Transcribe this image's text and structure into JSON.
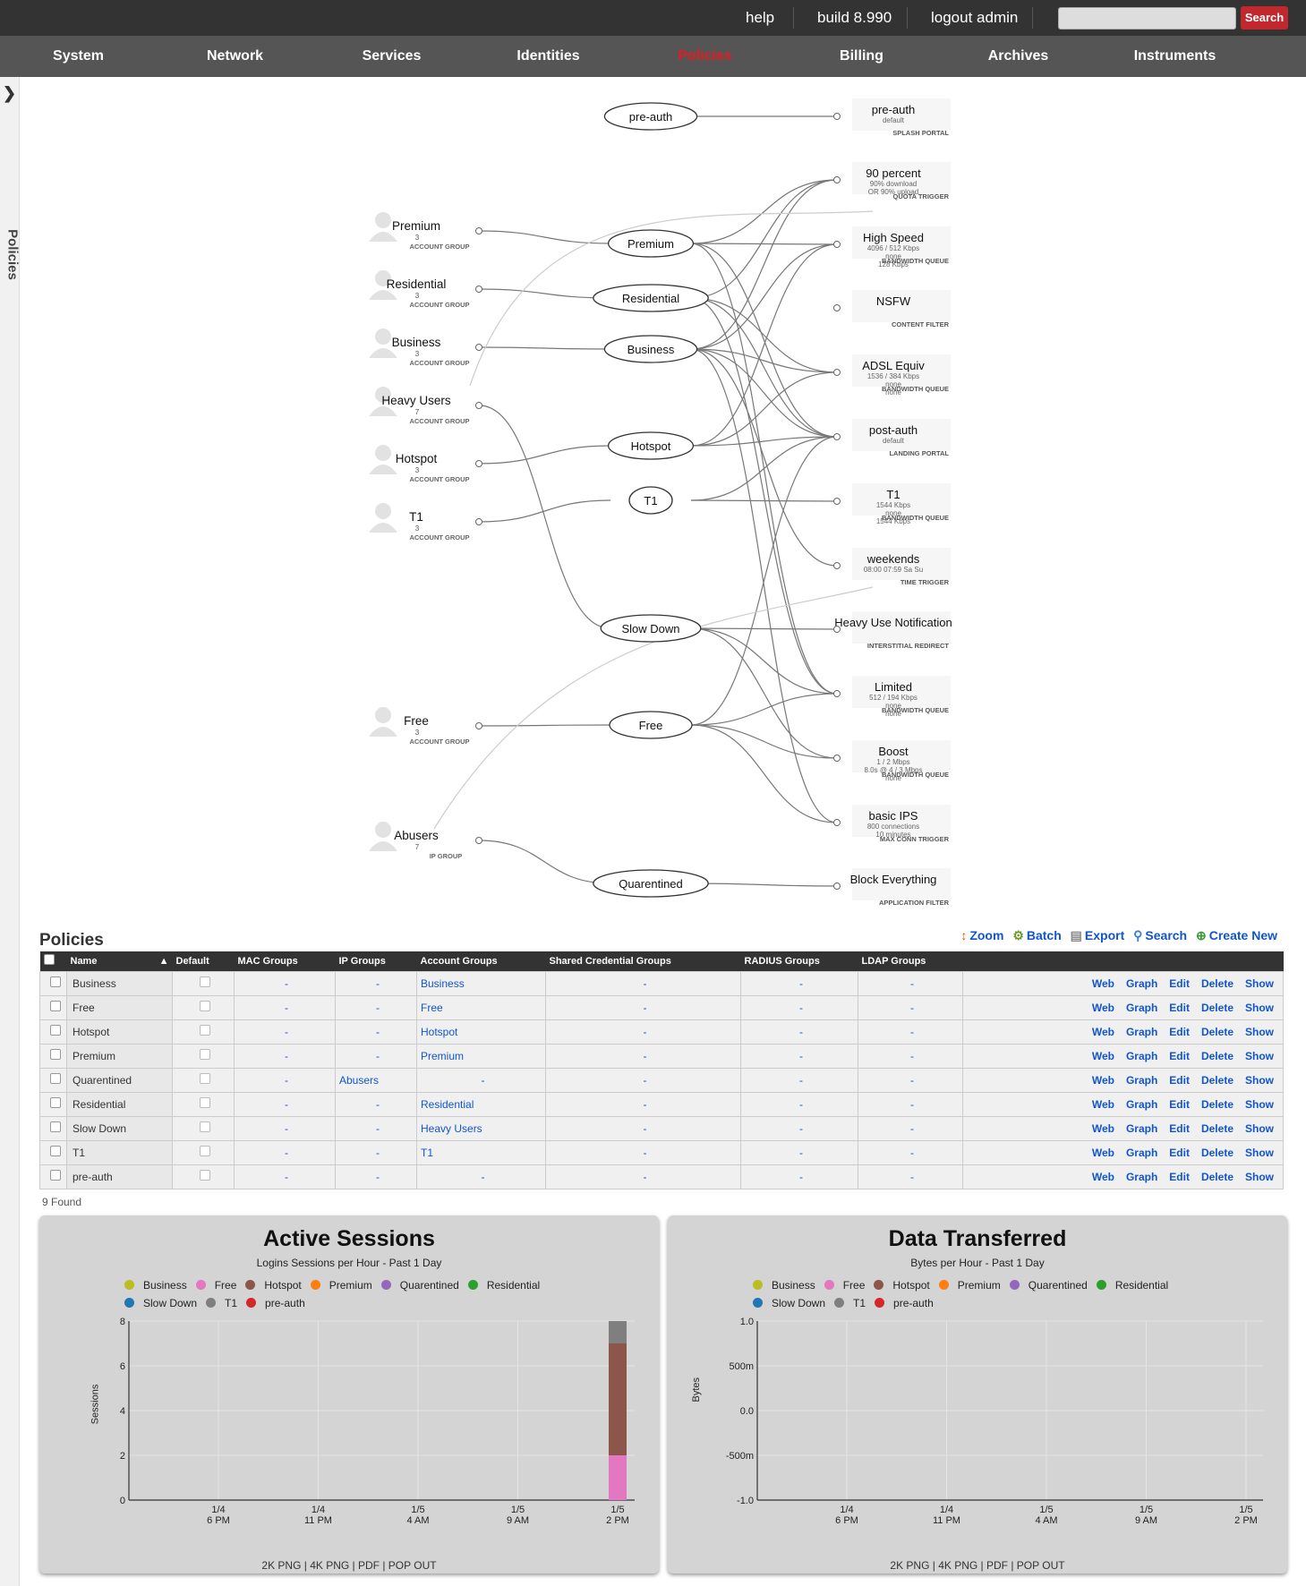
{
  "topbar": {
    "help": "help",
    "build": "build 8.990",
    "logout": "logout admin",
    "search_btn": "Search"
  },
  "nav": [
    "System",
    "Network",
    "Services",
    "Identities",
    "Policies",
    "Billing",
    "Archives",
    "Instruments"
  ],
  "nav_active": "Policies",
  "side_label": "Policies",
  "graph": {
    "left_nodes": [
      {
        "label": "Premium",
        "count": "3",
        "kind": "ACCOUNT GROUP"
      },
      {
        "label": "Residential",
        "count": "3",
        "kind": "ACCOUNT GROUP"
      },
      {
        "label": "Business",
        "count": "3",
        "kind": "ACCOUNT GROUP"
      },
      {
        "label": "Heavy Users",
        "count": "7",
        "kind": "ACCOUNT GROUP"
      },
      {
        "label": "Hotspot",
        "count": "3",
        "kind": "ACCOUNT GROUP"
      },
      {
        "label": "T1",
        "count": "3",
        "kind": "ACCOUNT GROUP"
      },
      {
        "label": "Free",
        "count": "3",
        "kind": "ACCOUNT GROUP"
      },
      {
        "label": "Abusers",
        "count": "7",
        "kind": "IP GROUP"
      }
    ],
    "policies": [
      "pre-auth",
      "Premium",
      "Residential",
      "Business",
      "Hotspot",
      "T1",
      "Slow Down",
      "Free",
      "Quarentined"
    ],
    "right_nodes": [
      {
        "label": "pre-auth",
        "lines": [
          "default"
        ],
        "kind": "SPLASH PORTAL"
      },
      {
        "label": "90 percent",
        "lines": [
          "90% download",
          "OR 90% upload"
        ],
        "kind": "QUOTA TRIGGER"
      },
      {
        "label": "High Speed",
        "lines": [
          "4096 / 512 Kbps",
          "none",
          "128 Kbps"
        ],
        "kind": "BANDWIDTH QUEUE"
      },
      {
        "label": "NSFW",
        "lines": [],
        "kind": "CONTENT FILTER"
      },
      {
        "label": "ADSL Equiv",
        "lines": [
          "1536 / 384 Kbps",
          "none",
          "none"
        ],
        "kind": "BANDWIDTH QUEUE"
      },
      {
        "label": "post-auth",
        "lines": [
          "default"
        ],
        "kind": "LANDING PORTAL"
      },
      {
        "label": "T1",
        "lines": [
          "1544 Kbps",
          "none",
          "1544 Kbps"
        ],
        "kind": "BANDWIDTH QUEUE"
      },
      {
        "label": "weekends",
        "lines": [
          "08:00 07:59 Sa Su"
        ],
        "kind": "TIME TRIGGER"
      },
      {
        "label": "Heavy Use Notification",
        "lines": [],
        "kind": "INTERSTITIAL REDIRECT"
      },
      {
        "label": "Limited",
        "lines": [
          "512 / 194 Kbps",
          "none",
          "none"
        ],
        "kind": "BANDWIDTH QUEUE"
      },
      {
        "label": "Boost",
        "lines": [
          "1 / 2 Mbps",
          "8.0s @ 4 / 3 Mbps",
          "none"
        ],
        "kind": "BANDWIDTH QUEUE"
      },
      {
        "label": "basic IPS",
        "lines": [
          "800 connections",
          "10 minutes"
        ],
        "kind": "MAX CONN TRIGGER"
      },
      {
        "label": "Block Everything",
        "lines": [],
        "kind": "APPLICATION FILTER"
      }
    ]
  },
  "policies_section": {
    "title": "Policies",
    "toolbar": [
      "Zoom",
      "Batch",
      "Export",
      "Search",
      "Create New"
    ],
    "columns": [
      "Name",
      "Default",
      "MAC Groups",
      "IP Groups",
      "Account Groups",
      "Shared Credential Groups",
      "RADIUS Groups",
      "LDAP Groups"
    ],
    "rows": [
      {
        "name": "Business",
        "mac": "-",
        "ip": "-",
        "acct": "Business",
        "shared": "-",
        "radius": "-",
        "ldap": "-"
      },
      {
        "name": "Free",
        "mac": "-",
        "ip": "-",
        "acct": "Free",
        "shared": "-",
        "radius": "-",
        "ldap": "-"
      },
      {
        "name": "Hotspot",
        "mac": "-",
        "ip": "-",
        "acct": "Hotspot",
        "shared": "-",
        "radius": "-",
        "ldap": "-"
      },
      {
        "name": "Premium",
        "mac": "-",
        "ip": "-",
        "acct": "Premium",
        "shared": "-",
        "radius": "-",
        "ldap": "-"
      },
      {
        "name": "Quarentined",
        "mac": "-",
        "ip": "Abusers",
        "acct": "-",
        "shared": "-",
        "radius": "-",
        "ldap": "-"
      },
      {
        "name": "Residential",
        "mac": "-",
        "ip": "-",
        "acct": "Residential",
        "shared": "-",
        "radius": "-",
        "ldap": "-"
      },
      {
        "name": "Slow Down",
        "mac": "-",
        "ip": "-",
        "acct": "Heavy Users",
        "shared": "-",
        "radius": "-",
        "ldap": "-"
      },
      {
        "name": "T1",
        "mac": "-",
        "ip": "-",
        "acct": "T1",
        "shared": "-",
        "radius": "-",
        "ldap": "-"
      },
      {
        "name": "pre-auth",
        "mac": "-",
        "ip": "-",
        "acct": "-",
        "shared": "-",
        "radius": "-",
        "ldap": "-"
      }
    ],
    "actions": [
      "Web",
      "Graph",
      "Edit",
      "Delete",
      "Show"
    ],
    "found": "9 Found"
  },
  "legend_items": [
    {
      "name": "Business",
      "color": "#bcbd22"
    },
    {
      "name": "Free",
      "color": "#e377c2"
    },
    {
      "name": "Hotspot",
      "color": "#8c564b"
    },
    {
      "name": "Premium",
      "color": "#ff7f0e"
    },
    {
      "name": "Quarentined",
      "color": "#9467bd"
    },
    {
      "name": "Residential",
      "color": "#2ca02c"
    },
    {
      "name": "Slow Down",
      "color": "#1f77b4"
    },
    {
      "name": "T1",
      "color": "#7f7f7f"
    },
    {
      "name": "pre-auth",
      "color": "#d62728"
    }
  ],
  "chart_data": [
    {
      "type": "bar",
      "title": "Active Sessions",
      "subtitle": "Logins Sessions per Hour - Past 1 Day",
      "ylabel": "Sessions",
      "ylim": [
        0,
        8
      ],
      "yticks": [
        "0",
        "2",
        "4",
        "6",
        "8"
      ],
      "xticks": [
        "1/4 6 PM",
        "1/4 11 PM",
        "1/5 4 AM",
        "1/5 9 AM",
        "1/5 2 PM"
      ],
      "stack_at": "1/5 2 PM",
      "series": [
        {
          "name": "Free",
          "values": [
            2
          ]
        },
        {
          "name": "Hotspot",
          "values": [
            5
          ]
        },
        {
          "name": "T1",
          "values": [
            1
          ]
        }
      ],
      "footer": "2K PNG | 4K PNG | PDF | POP OUT"
    },
    {
      "type": "bar",
      "title": "Data Transferred",
      "subtitle": "Bytes per Hour - Past 1 Day",
      "ylabel": "Bytes",
      "ylim": [
        -1.0,
        1.0
      ],
      "yticks": [
        "-1.0",
        "-500m",
        "0.0",
        "500m",
        "1.0"
      ],
      "xticks": [
        "1/4 6 PM",
        "1/4 11 PM",
        "1/5 4 AM",
        "1/5 9 AM",
        "1/5 2 PM"
      ],
      "series": [],
      "footer": "2K PNG | 4K PNG | PDF | POP OUT"
    }
  ]
}
